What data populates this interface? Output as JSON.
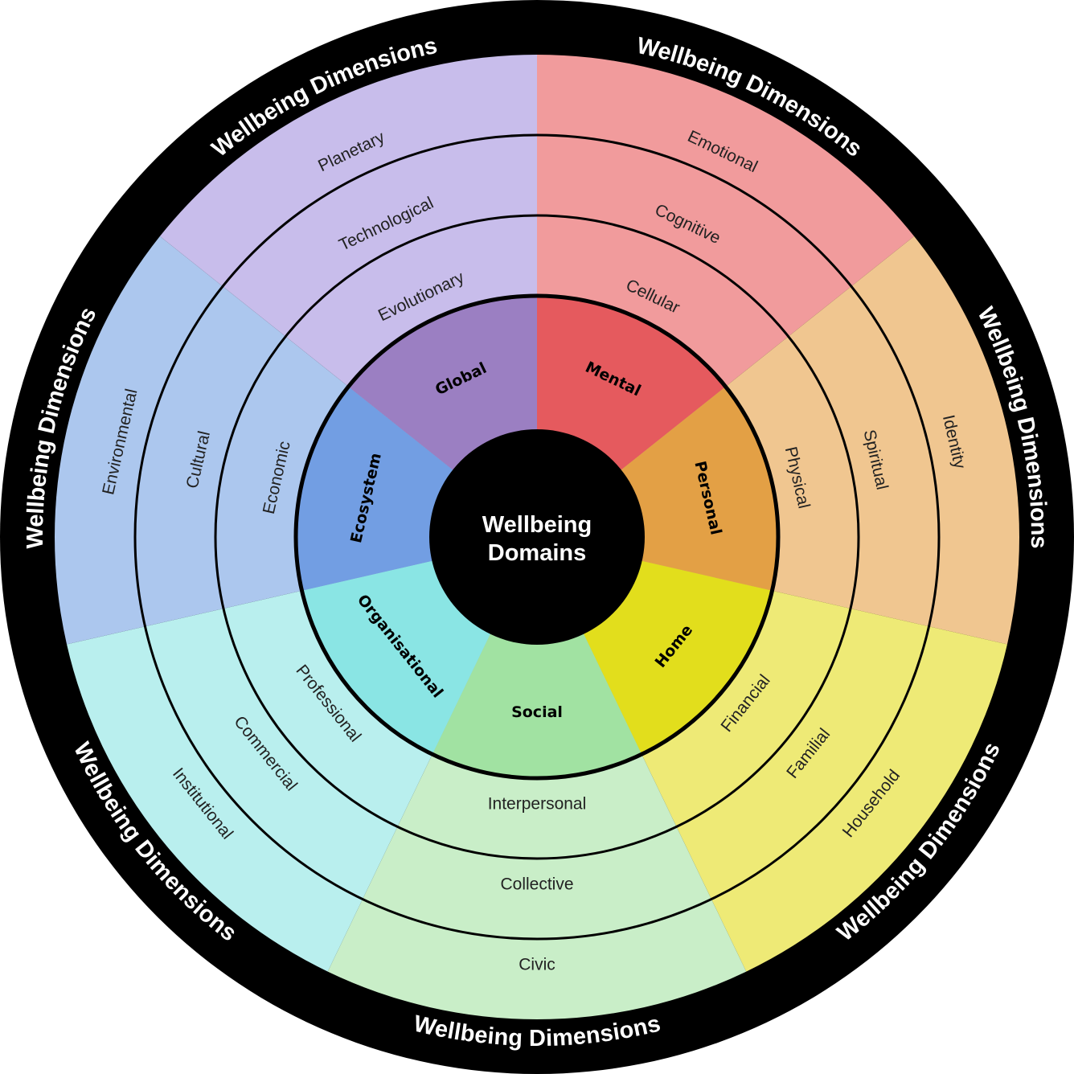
{
  "center": {
    "line1": "Wellbeing",
    "line2": "Domains"
  },
  "band_label": "Wellbeing Dimensions",
  "domains": [
    {
      "name": "Mental",
      "color": "#e55a5e",
      "light_color": "#f19b9c",
      "dimensions": [
        "Cellular",
        "Cognitive",
        "Emotional"
      ]
    },
    {
      "name": "Personal",
      "color": "#e3a045",
      "light_color": "#f0c690",
      "dimensions": [
        "Physical",
        "Spiritual",
        "Identity"
      ]
    },
    {
      "name": "Home",
      "color": "#e2de1c",
      "light_color": "#eeea76",
      "dimensions": [
        "Financial",
        "Familial",
        "Household"
      ]
    },
    {
      "name": "Social",
      "color": "#a1e2a2",
      "light_color": "#c9eec8",
      "dimensions": [
        "Interpersonal",
        "Collective",
        "Civic"
      ]
    },
    {
      "name": "Organisational",
      "color": "#8ae5e4",
      "light_color": "#b9efee",
      "dimensions": [
        "Professional",
        "Commercial",
        "Institutional"
      ]
    },
    {
      "name": "Ecosystem",
      "color": "#729ee3",
      "light_color": "#acc7ee",
      "dimensions": [
        "Economic",
        "Cultural",
        "Environmental"
      ]
    },
    {
      "name": "Global",
      "color": "#9b7fc2",
      "light_color": "#c8bdeb",
      "dimensions": [
        "Evolutionary",
        "Technological",
        "Planetary"
      ]
    }
  ]
}
